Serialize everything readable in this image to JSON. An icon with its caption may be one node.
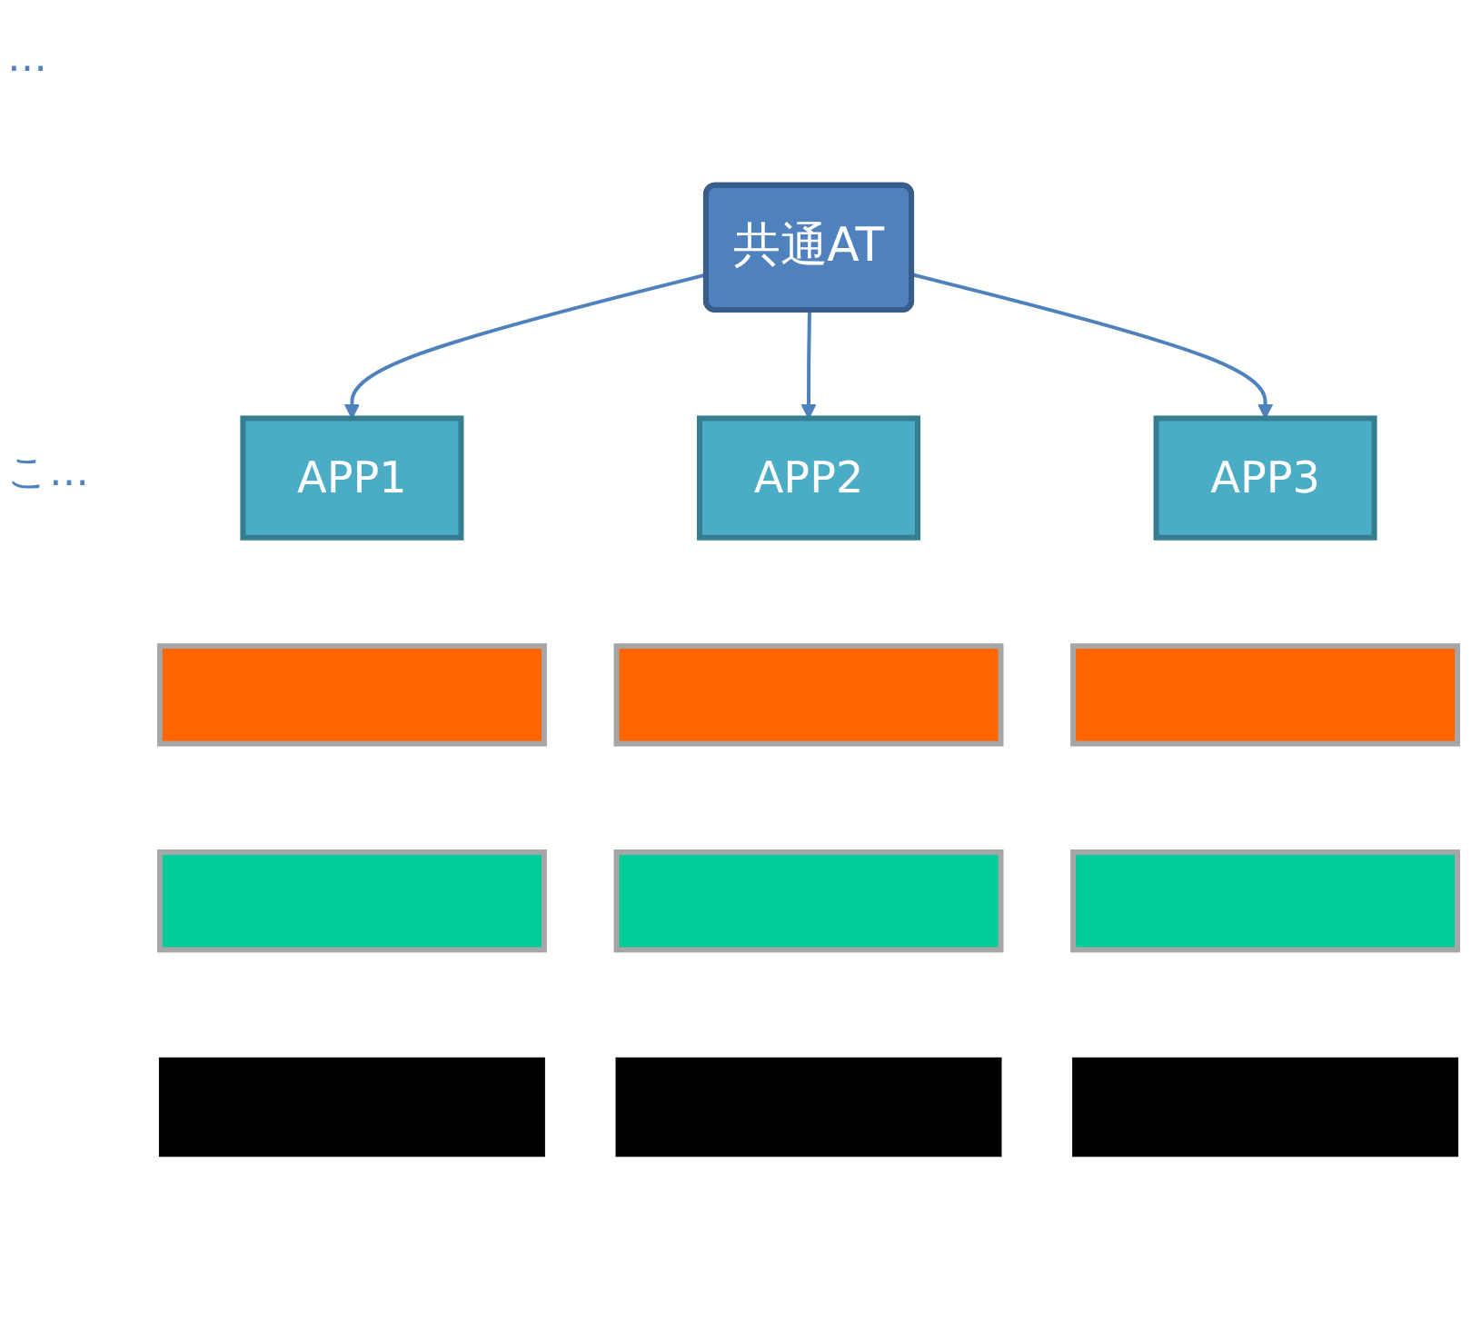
{
  "diagram": {
    "nodes": [
      {
        "text": [
          "共通AT"
        ]
      },
      {
        "text": [
          "APP1"
        ]
      },
      {
        "text": [
          "APP2"
        ]
      },
      {
        "text": [
          "APP3"
        ]
      },
      {
        "text": [],
        "shape": "box"
      },
      {
        "text": [],
        "shape": "box"
      },
      {
        "text": [],
        "shape": "box"
      },
      {
        "text": [],
        "shape": "box"
      },
      {
        "text": [],
        "shape": "box"
      },
      {
        "text": [],
        "shape": "box"
      },
      {
        "text": [],
        "shape": "box"
      },
      {
        "text": [],
        "shape": "box"
      },
      {
        "text": [],
        "shape": "box"
      }
    ],
    "edges": [
      {
        "from": 0,
        "to": 1,
        "arrow": "to"
      },
      {
        "from": 0,
        "to": 2,
        "arrow": "to"
      },
      {
        "from": 0,
        "to": 3,
        "arrow": "to"
      }
    ],
    "labels": [
      "…",
      "こ…"
    ]
  }
}
